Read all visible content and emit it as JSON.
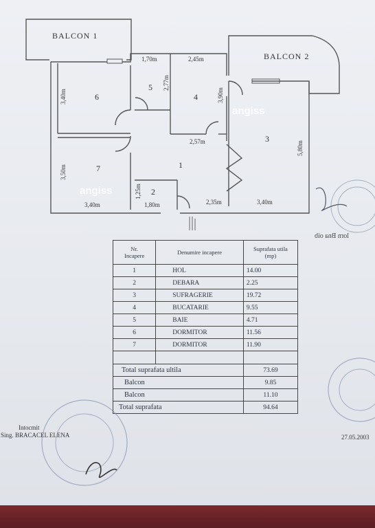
{
  "plan": {
    "balconies": [
      "BALCON 1",
      "BALCON 2"
    ],
    "rooms": [
      {
        "id": "1"
      },
      {
        "id": "2"
      },
      {
        "id": "3"
      },
      {
        "id": "4"
      },
      {
        "id": "5"
      },
      {
        "id": "6"
      },
      {
        "id": "7"
      }
    ],
    "dimensions": [
      "1,70m",
      "2,45m",
      "2,77m",
      "3,90m",
      "3,40m",
      "2,57m",
      "5,80m",
      "3,50m",
      "3,40m",
      "1,25m",
      "1,80m",
      "2,35m",
      "3,40m"
    ],
    "watermark": "angiss"
  },
  "table": {
    "headers": {
      "nr": "Nr.\nIncapere",
      "name": "Denumire incapere",
      "area": "Suprafata utila\n(mp)"
    },
    "rows": [
      {
        "nr": "1",
        "name": "HOL",
        "area": "14.00"
      },
      {
        "nr": "2",
        "name": "DEBARA",
        "area": "2.25"
      },
      {
        "nr": "3",
        "name": "SUFRAGERIE",
        "area": "19.72"
      },
      {
        "nr": "4",
        "name": "BUCATARIE",
        "area": "9.55"
      },
      {
        "nr": "5",
        "name": "BAIE",
        "area": "4.71"
      },
      {
        "nr": "6",
        "name": "DORMITOR",
        "area": "11.56"
      },
      {
        "nr": "7",
        "name": "DORMITOR",
        "area": "11.90"
      }
    ],
    "totals": [
      {
        "label": "Total suprafata ultila",
        "value": "73.69"
      },
      {
        "label": "Balcon",
        "value": "9.85"
      },
      {
        "label": "Balcon",
        "value": "11.10"
      },
      {
        "label": "Total suprafata",
        "value": "94.64"
      }
    ]
  },
  "footer": {
    "author_line1": "Intocmit",
    "author_line2": "Sing. BRACACEL ELENA",
    "date": "27.05.2003",
    "mirrored_text": "lorn Bna oib"
  }
}
